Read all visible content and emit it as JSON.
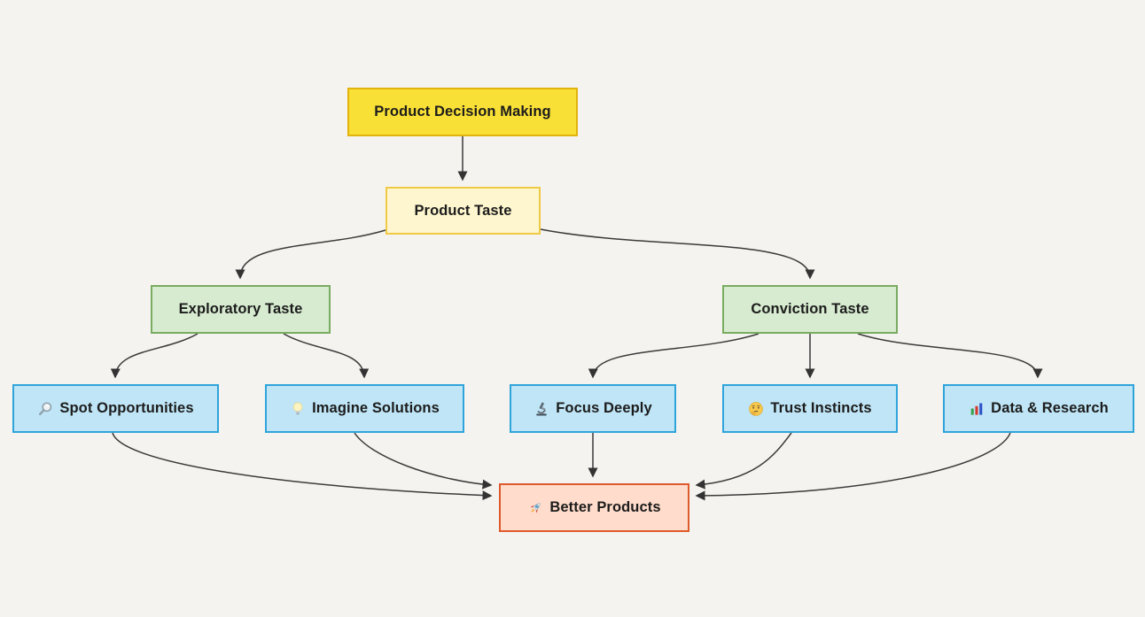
{
  "canvas": {
    "background_color": "#f5f3ef",
    "edge_color": "#3a3a3a",
    "text_color": "#1c1c1c"
  },
  "diagram": {
    "type": "flowchart",
    "direction": "top-down"
  },
  "nodes": {
    "product_decision_making": {
      "label": "Product Decision Making",
      "fill": "#f9e036",
      "border": "#e2b30c"
    },
    "product_taste": {
      "label": "Product Taste",
      "fill": "#fdf6ce",
      "border": "#f0c945"
    },
    "exploratory_taste": {
      "label": "Exploratory Taste",
      "fill": "#d7ebd0",
      "border": "#79ab61"
    },
    "conviction_taste": {
      "label": "Conviction Taste",
      "fill": "#d7ebd0",
      "border": "#79ab61"
    },
    "spot_opportunities": {
      "label": "Spot Opportunities",
      "icon": "magnifier-icon",
      "emoji": "🔎",
      "fill": "#bfe5f6",
      "border": "#2fa4db"
    },
    "imagine_solutions": {
      "label": "Imagine Solutions",
      "icon": "lightbulb-icon",
      "emoji": "💡",
      "fill": "#bfe5f6",
      "border": "#2fa4db"
    },
    "focus_deeply": {
      "label": "Focus Deeply",
      "icon": "microscope-icon",
      "emoji": "🔬",
      "fill": "#bfe5f6",
      "border": "#2fa4db"
    },
    "trust_instincts": {
      "label": "Trust Instincts",
      "icon": "thinking-face-icon",
      "emoji": "🤔",
      "fill": "#bfe5f6",
      "border": "#2fa4db"
    },
    "data_research": {
      "label": "Data & Research",
      "icon": "bar-chart-icon",
      "emoji": "📊",
      "fill": "#bfe5f6",
      "border": "#2fa4db"
    },
    "better_products": {
      "label": "Better Products",
      "icon": "rocket-icon",
      "emoji": "🚀",
      "fill": "#ffdccb",
      "border": "#de5a2c"
    }
  },
  "edges": [
    {
      "from": "product_decision_making",
      "to": "product_taste"
    },
    {
      "from": "product_taste",
      "to": "exploratory_taste"
    },
    {
      "from": "product_taste",
      "to": "conviction_taste"
    },
    {
      "from": "exploratory_taste",
      "to": "spot_opportunities"
    },
    {
      "from": "exploratory_taste",
      "to": "imagine_solutions"
    },
    {
      "from": "conviction_taste",
      "to": "focus_deeply"
    },
    {
      "from": "conviction_taste",
      "to": "trust_instincts"
    },
    {
      "from": "conviction_taste",
      "to": "data_research"
    },
    {
      "from": "spot_opportunities",
      "to": "better_products"
    },
    {
      "from": "imagine_solutions",
      "to": "better_products"
    },
    {
      "from": "focus_deeply",
      "to": "better_products"
    },
    {
      "from": "trust_instincts",
      "to": "better_products"
    },
    {
      "from": "data_research",
      "to": "better_products"
    }
  ]
}
